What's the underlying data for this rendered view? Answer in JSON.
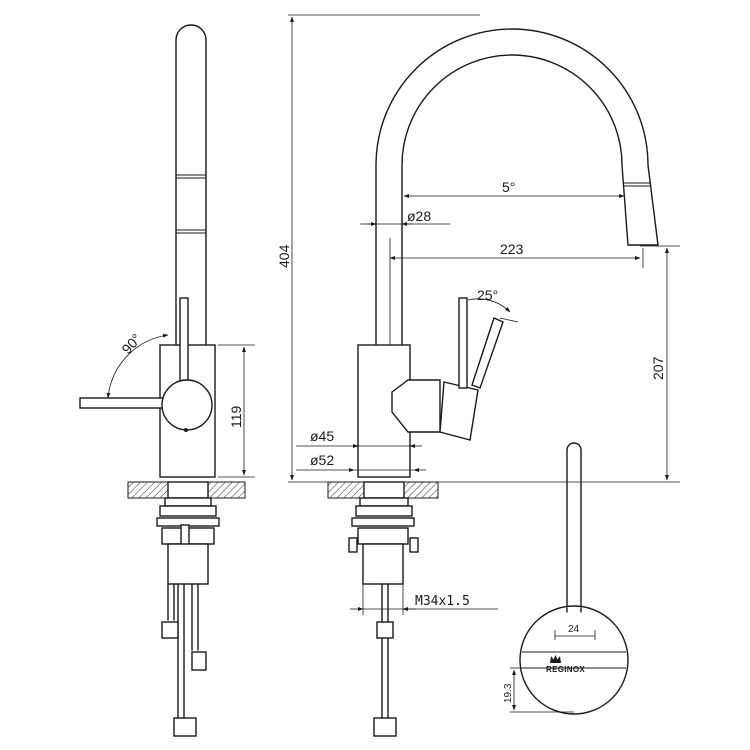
{
  "dimensions": {
    "height_total": "404",
    "height_body": "119",
    "height_spout": "207",
    "reach": "223",
    "spout_diameter": "ø28",
    "body_diameter": "ø45",
    "base_diameter": "ø52",
    "thread": "M34x1.5",
    "spout_angle": "5°",
    "handle_angle": "25°",
    "swivel_angle": "90°",
    "handle_width": "24",
    "handle_offset": "19.3"
  },
  "brand": "REGINOX"
}
